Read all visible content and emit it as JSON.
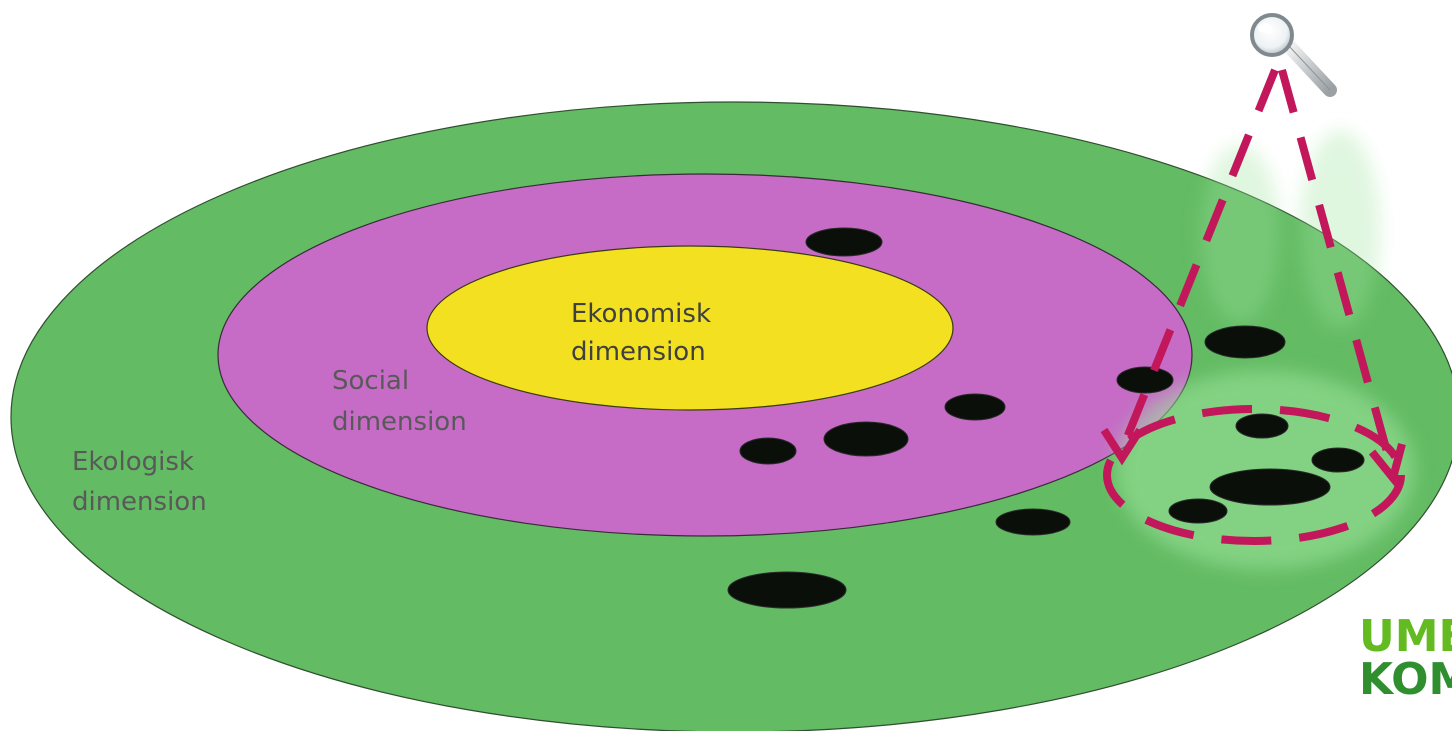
{
  "diagram": {
    "labels": {
      "ecological": [
        "Ekologisk",
        "dimension"
      ],
      "social": [
        "Social",
        "dimension"
      ],
      "economic": [
        "Ekonomisk",
        "dimension"
      ]
    },
    "colors": {
      "ecological": "#63bb63",
      "social": "#c66cc6",
      "economic": "#f3e021",
      "arrow": "#c2185b",
      "blob": "#0a0f0a",
      "logo_line1": "#63bb21",
      "logo_line2": "#2f8f2f"
    },
    "icon": "magnifier-icon"
  },
  "logo": {
    "line1": "UME",
    "line2": "KOM"
  }
}
